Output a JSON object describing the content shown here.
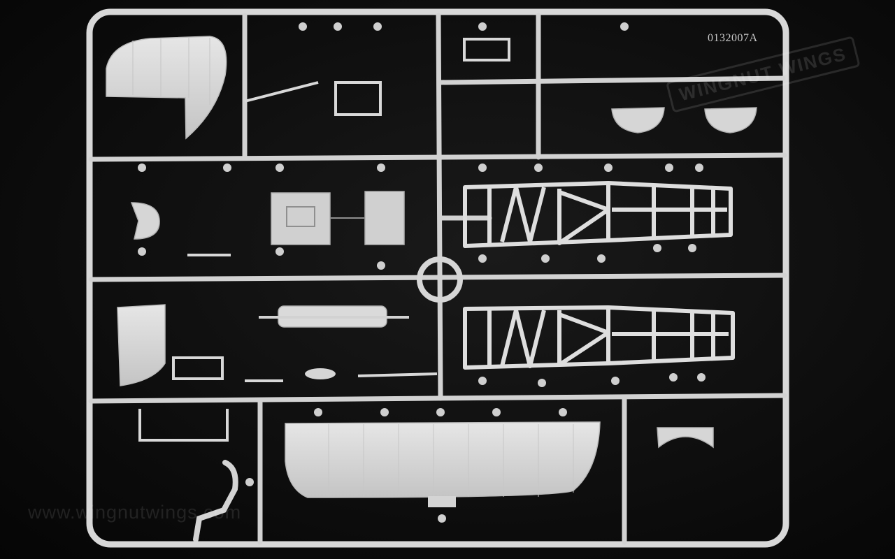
{
  "photo": {
    "description_free": true,
    "sprue_code": "0132007A",
    "watermark_url": "www.wingnutwings.com",
    "watermark_logo": "WINGNUT WINGS",
    "colors": {
      "background": "#0c0c0c",
      "plastic": "#dcdcdc",
      "plastic_shadow": "#a9a9a9"
    }
  }
}
